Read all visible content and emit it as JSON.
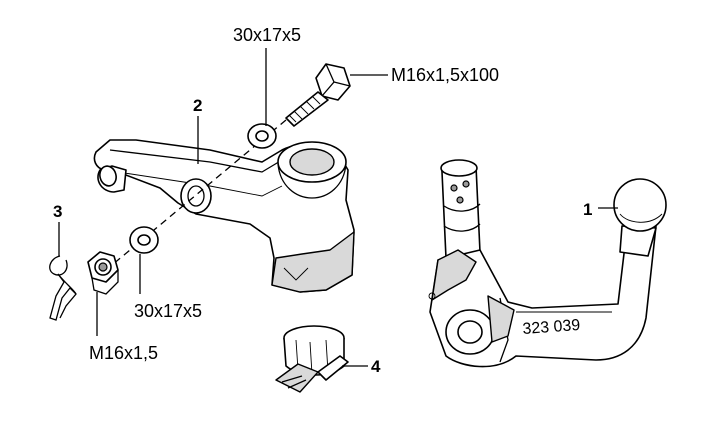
{
  "labels": {
    "washer_top": "30x17x5",
    "bolt": "M16x1,5x100",
    "washer_bottom": "30x17x5",
    "nut": "M16x1,5",
    "part_1": "1",
    "part_2": "2",
    "part_3": "3",
    "part_4": "4",
    "ball_marking": "323 039"
  }
}
